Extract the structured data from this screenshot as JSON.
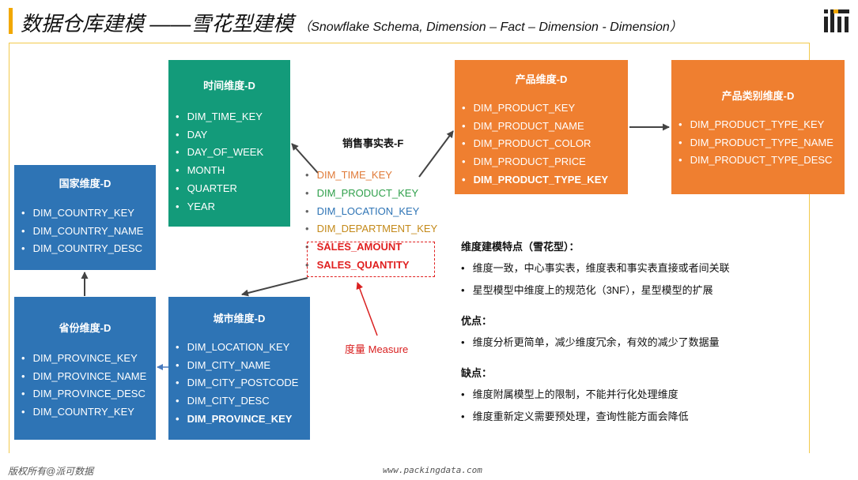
{
  "header": {
    "title": "数据仓库建模 ——雪花型建模",
    "subtitle": "（Snowflake Schema, Dimension – Fact – Dimension - Dimension）"
  },
  "colors": {
    "accent": "#f2a800",
    "teal": "#139b7a",
    "blue": "#2e74b5",
    "orange": "#ef7f30",
    "measure_red": "#e02020"
  },
  "time_dim": {
    "title": "时间维度-D",
    "items": [
      "DIM_TIME_KEY",
      "DAY",
      "DAY_OF_WEEK",
      "MONTH",
      "QUARTER",
      "YEAR"
    ]
  },
  "country_dim": {
    "title": "国家维度-D",
    "items": [
      "DIM_COUNTRY_KEY",
      "DIM_COUNTRY_NAME",
      "DIM_COUNTRY_DESC"
    ]
  },
  "province_dim": {
    "title": "省份维度-D",
    "items": [
      "DIM_PROVINCE_KEY",
      "DIM_PROVINCE_NAME",
      "DIM_PROVINCE_DESC",
      "DIM_COUNTRY_KEY"
    ]
  },
  "city_dim": {
    "title": "城市维度-D",
    "items": [
      "DIM_LOCATION_KEY",
      "DIM_CITY_NAME",
      "DIM_CITY_POSTCODE",
      "DIM_CITY_DESC",
      "DIM_PROVINCE_KEY"
    ]
  },
  "product_dim": {
    "title": "产品维度-D",
    "items": [
      "DIM_PRODUCT_KEY",
      "DIM_PRODUCT_NAME",
      "DIM_PRODUCT_COLOR",
      "DIM_PRODUCT_PRICE",
      "DIM_PRODUCT_TYPE_KEY"
    ]
  },
  "product_type_dim": {
    "title": "产品类别维度-D",
    "items": [
      "DIM_PRODUCT_TYPE_KEY",
      "DIM_PRODUCT_TYPE_NAME",
      "DIM_PRODUCT_TYPE_DESC"
    ]
  },
  "fact": {
    "title": "销售事实表-F",
    "items": [
      "DIM_TIME_KEY",
      "DIM_PRODUCT_KEY",
      "DIM_LOCATION_KEY",
      "DIM_DEPARTMENT_KEY",
      "SALES_AMOUNT",
      "SALES_QUANTITY"
    ],
    "item_colors": [
      "#e07b39",
      "#2e9f4a",
      "#2e74b5",
      "#c48a1a",
      "#e02020",
      "#e02020"
    ],
    "measure_label": "度量 Measure"
  },
  "panel": {
    "features_heading": "维度建模特点（雪花型）：",
    "features": [
      "维度一致，中心事实表，维度表和事实表直接或者间关联",
      "星型模型中维度上的规范化（3NF），星型模型的扩展"
    ],
    "pros_heading": "优点：",
    "pros": [
      "维度分析更简单，减少维度冗余，有效的减少了数据量"
    ],
    "cons_heading": "缺点：",
    "cons": [
      "维度附属模型上的限制，不能并行化处理维度",
      "维度重新定义需要预处理，查询性能方面会降低"
    ]
  },
  "footer": {
    "copyright": "版权所有@派可数据",
    "url": "www.packingdata.com"
  }
}
